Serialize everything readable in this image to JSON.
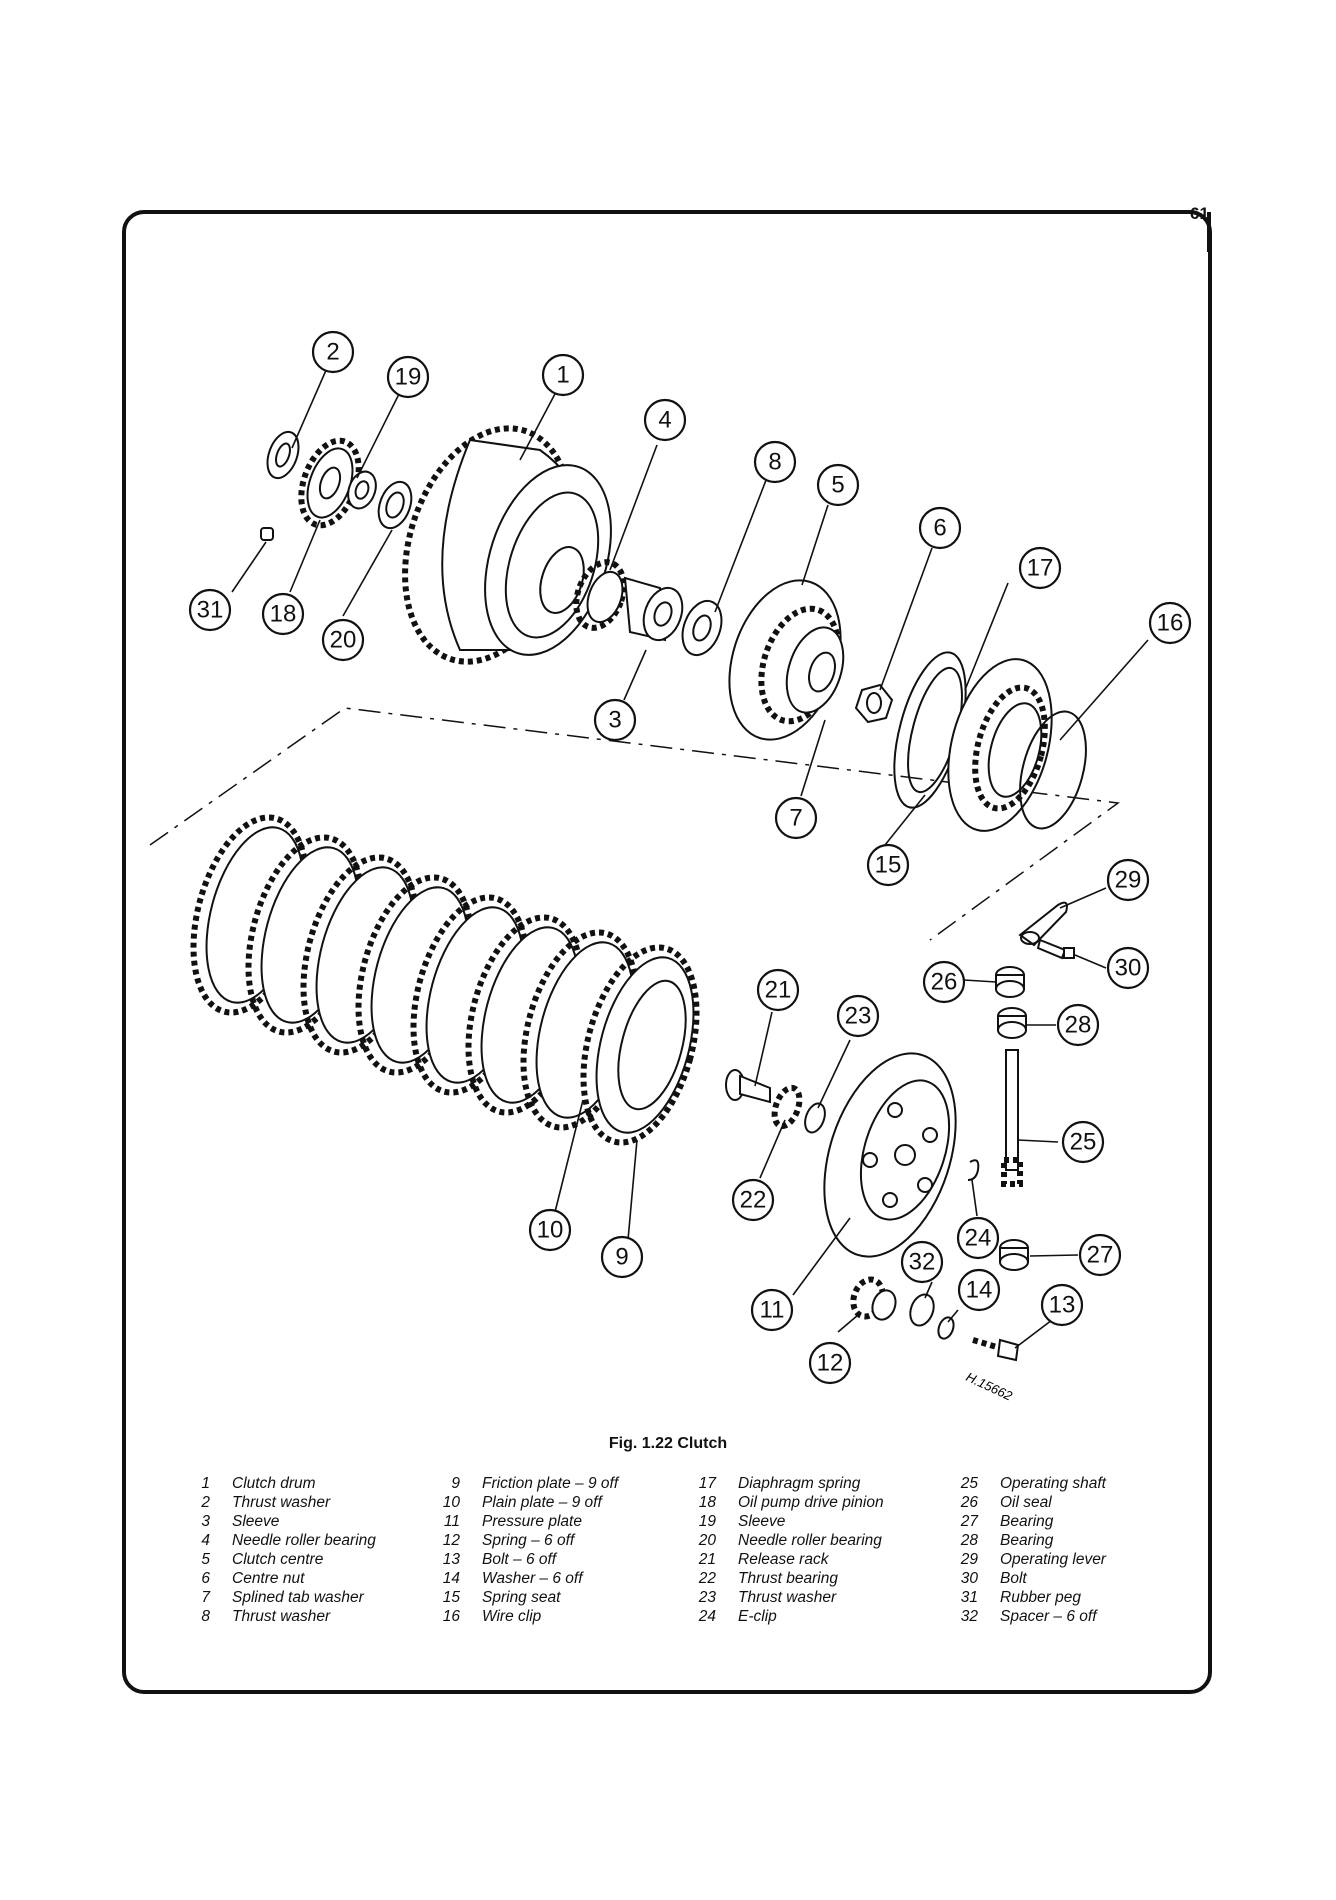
{
  "page_number": "61",
  "caption": "Fig. 1.22 Clutch",
  "drawing_ref": "H.15662",
  "callouts": [
    "1",
    "2",
    "3",
    "4",
    "5",
    "6",
    "7",
    "8",
    "9",
    "10",
    "11",
    "12",
    "13",
    "14",
    "15",
    "16",
    "17",
    "18",
    "19",
    "20",
    "21",
    "22",
    "23",
    "24",
    "25",
    "26",
    "27",
    "28",
    "29",
    "30",
    "31",
    "32"
  ],
  "legend": [
    [
      {
        "num": "1",
        "label": "Clutch drum"
      },
      {
        "num": "2",
        "label": "Thrust washer"
      },
      {
        "num": "3",
        "label": "Sleeve"
      },
      {
        "num": "4",
        "label": "Needle roller bearing"
      },
      {
        "num": "5",
        "label": "Clutch centre"
      },
      {
        "num": "6",
        "label": "Centre nut"
      },
      {
        "num": "7",
        "label": "Splined tab washer"
      },
      {
        "num": "8",
        "label": "Thrust washer"
      }
    ],
    [
      {
        "num": "9",
        "label": "Friction plate – 9 off"
      },
      {
        "num": "10",
        "label": "Plain plate – 9 off"
      },
      {
        "num": "11",
        "label": "Pressure plate"
      },
      {
        "num": "12",
        "label": "Spring – 6 off"
      },
      {
        "num": "13",
        "label": "Bolt – 6 off"
      },
      {
        "num": "14",
        "label": "Washer – 6 off"
      },
      {
        "num": "15",
        "label": "Spring seat"
      },
      {
        "num": "16",
        "label": "Wire clip"
      }
    ],
    [
      {
        "num": "17",
        "label": "Diaphragm spring"
      },
      {
        "num": "18",
        "label": "Oil pump drive pinion"
      },
      {
        "num": "19",
        "label": "Sleeve"
      },
      {
        "num": "20",
        "label": "Needle roller bearing"
      },
      {
        "num": "21",
        "label": "Release rack"
      },
      {
        "num": "22",
        "label": "Thrust bearing"
      },
      {
        "num": "23",
        "label": "Thrust washer"
      },
      {
        "num": "24",
        "label": "E-clip"
      }
    ],
    [
      {
        "num": "25",
        "label": "Operating shaft"
      },
      {
        "num": "26",
        "label": "Oil seal"
      },
      {
        "num": "27",
        "label": "Bearing"
      },
      {
        "num": "28",
        "label": "Bearing"
      },
      {
        "num": "29",
        "label": "Operating lever"
      },
      {
        "num": "30",
        "label": "Bolt"
      },
      {
        "num": "31",
        "label": "Rubber peg"
      },
      {
        "num": "32",
        "label": "Spacer – 6 off"
      }
    ]
  ]
}
